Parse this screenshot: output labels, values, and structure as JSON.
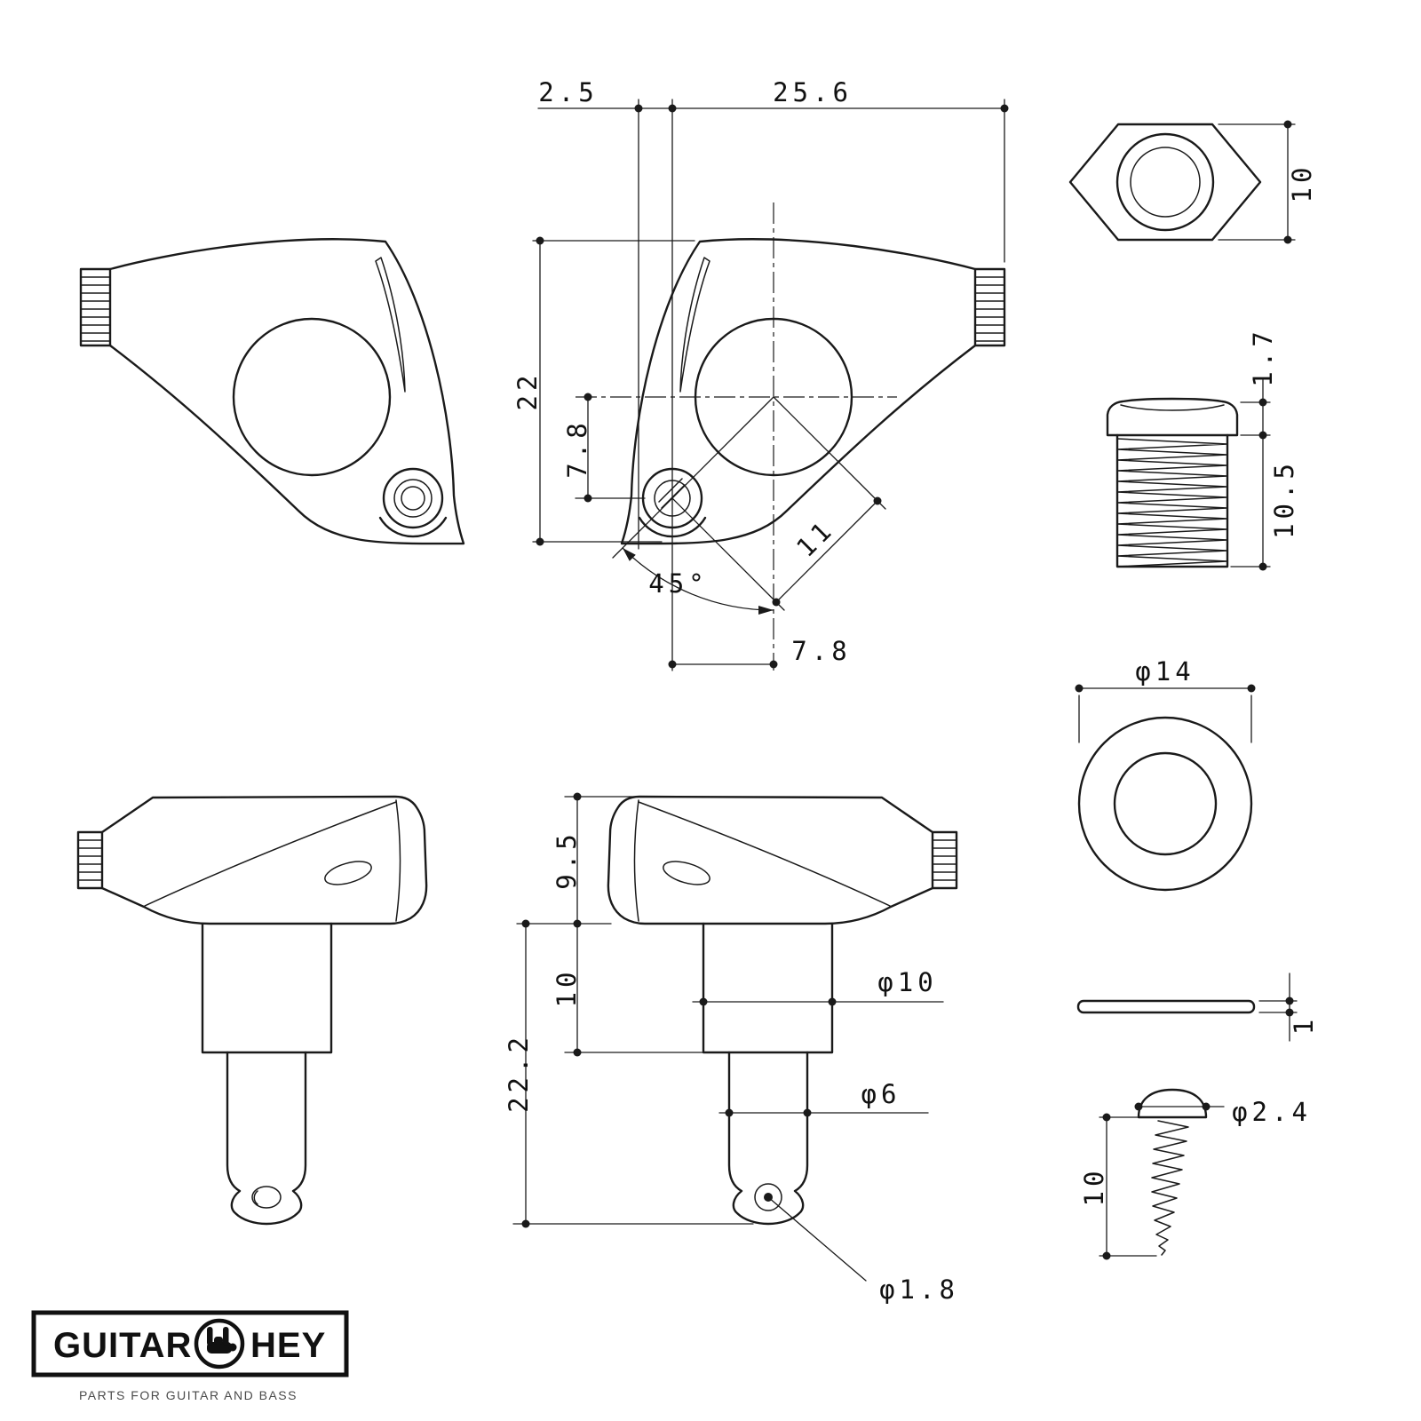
{
  "colors": {
    "ink": "#1a1a1a",
    "paper": "#ffffff"
  },
  "dims": {
    "housing": {
      "left_edge_to_post": "2.5",
      "post_to_shaft_end": "25.6",
      "height": "22",
      "gear_to_post_drop": "7.8",
      "post_angle": "45°",
      "gear_to_post_center": "11",
      "gear_to_post_run": "7.8"
    },
    "hex_nut": {
      "across_flats": "10"
    },
    "bushing": {
      "head_height": "1.7",
      "thread_length": "10.5"
    },
    "washer": {
      "diameter": "φ14"
    },
    "front_view": {
      "button_height": "9.5",
      "bushing_section_length": "10",
      "overall_post_length": "22.2",
      "post_major_diameter": "φ10",
      "post_minor_diameter": "φ6",
      "string_hole_diameter": "φ1.8"
    },
    "spacer": {
      "thickness": "1"
    },
    "screw": {
      "head_diameter": "φ2.4",
      "length": "10"
    }
  },
  "logo": {
    "brand_left": "GUITAR",
    "brand_right": "HEY",
    "tagline": "PARTS FOR GUITAR AND BASS"
  }
}
